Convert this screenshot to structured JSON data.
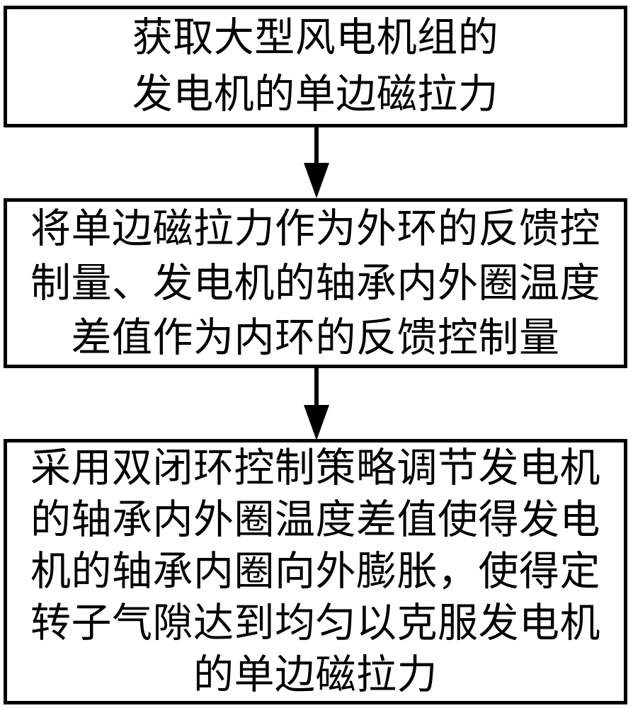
{
  "diagram": {
    "type": "flowchart",
    "orientation": "top-down",
    "background_color": "#ffffff",
    "line_color": "#000000",
    "steps": [
      {
        "id": 1,
        "lines": [
          "获取大型风电机组的",
          "发电机的单边磁拉力"
        ]
      },
      {
        "id": 2,
        "lines": [
          "将单边磁拉力作为外环的反馈控",
          "制量、发电机的轴承内外圈温度",
          "差值作为内环的反馈控制量"
        ]
      },
      {
        "id": 3,
        "lines": [
          "采用双闭环控制策略调节发电机",
          "的轴承内外圈温度差值使得发电",
          "机的轴承内圈向外膨胀，使得定",
          "转子气隙达到均匀以克服发电机",
          "的单边磁拉力"
        ]
      }
    ],
    "connectors": [
      {
        "from": 1,
        "to": 2,
        "style": "solid-arrow-down"
      },
      {
        "from": 2,
        "to": 3,
        "style": "solid-arrow-down"
      }
    ]
  }
}
